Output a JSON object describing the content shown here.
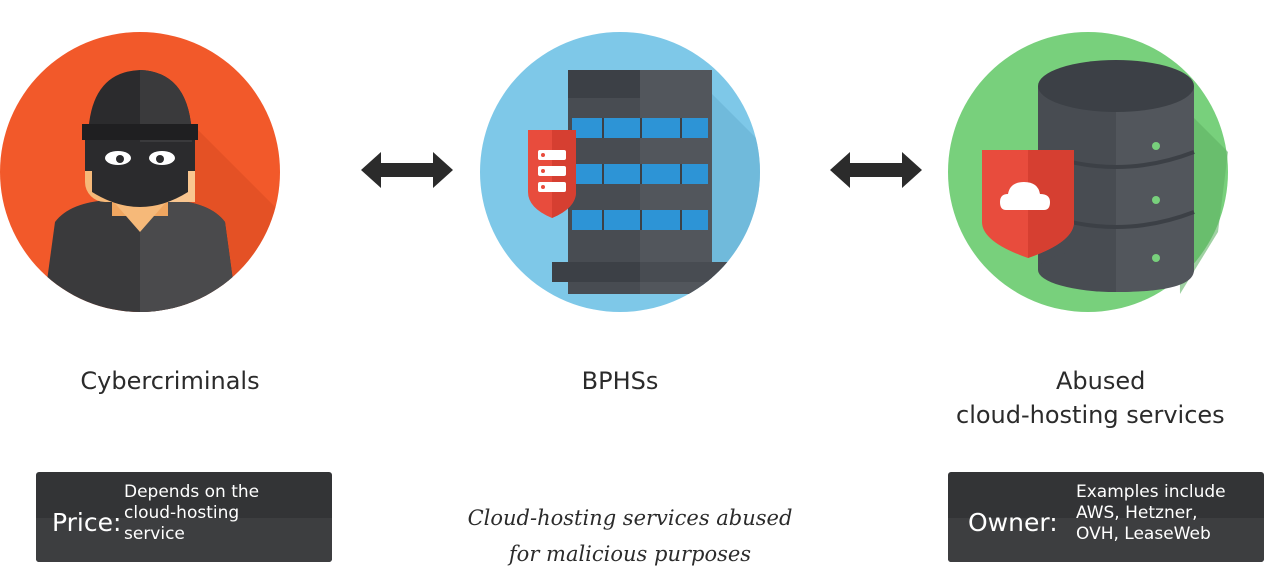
{
  "nodes": [
    {
      "label": "Cybercriminals",
      "icon": "hacker-icon",
      "color": "#f2592a"
    },
    {
      "label": "BPHSs",
      "icon": "server-building-icon",
      "color": "#7ec8e8"
    },
    {
      "label_lines": [
        "Abused",
        "cloud-hosting services"
      ],
      "icon": "cloud-database-icon",
      "color": "#78d07c"
    }
  ],
  "connectors": [
    "double-arrow-icon",
    "double-arrow-icon"
  ],
  "cards": {
    "price": {
      "key": "Price:",
      "value_lines": [
        "Depends on the",
        "cloud-hosting",
        "service"
      ]
    },
    "owner": {
      "key": "Owner:",
      "value_lines": [
        "Examples include",
        "AWS, Hetzner,",
        "OVH, LeaseWeb"
      ]
    }
  },
  "caption_lines": [
    "Cloud-hosting services abused",
    "for malicious purposes"
  ],
  "colors": {
    "dark": "#333436",
    "shield": "#e84c3d",
    "arrow": "#2b2b2b"
  }
}
